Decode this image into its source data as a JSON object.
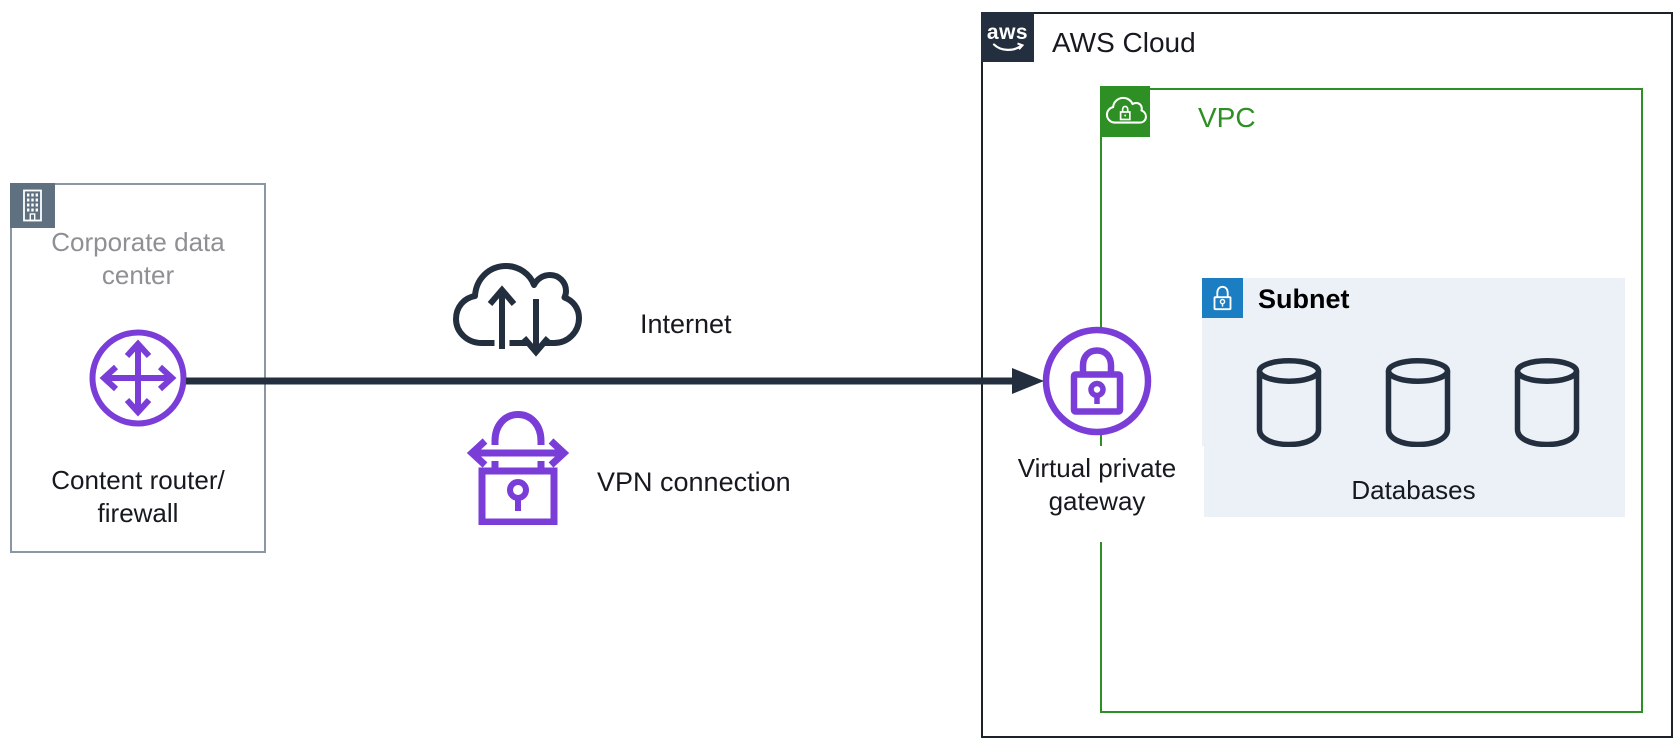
{
  "colors": {
    "purple": "#7A3DD8",
    "green": "#2E8F24",
    "navy": "#232F3E",
    "ink": "#16191F",
    "gray_text": "#8E9094",
    "corp_border": "#8A96A3",
    "building_bg": "#5F7081",
    "subnet_bg": "#EBF1F7",
    "subnet_icon_bg": "#1B7EC3",
    "aws_border": "#1B222C"
  },
  "corporate": {
    "icon": "building-icon",
    "title_lines": [
      "Corporate data",
      "center"
    ],
    "router": {
      "icon": "router-icon",
      "label_lines": [
        "Content router/",
        "firewall"
      ]
    }
  },
  "connection": {
    "arrow": "corporate-to-gateway-arrow",
    "internet": {
      "icon": "internet-cloud-icon",
      "label": "Internet"
    },
    "vpn": {
      "icon": "vpn-lock-icon",
      "label": "VPN connection"
    }
  },
  "aws_cloud": {
    "logo_text": "aws",
    "title": "AWS Cloud",
    "vpc": {
      "icon": "vpc-cloud-lock-icon",
      "title": "VPC",
      "gateway": {
        "icon": "virtual-private-gateway-icon",
        "label_lines": [
          "Virtual private",
          "gateway"
        ]
      },
      "subnet": {
        "icon": "subnet-lock-icon",
        "title": "Subnet",
        "databases": {
          "icon": "database-cylinder-icon",
          "count": 3,
          "label": "Databases"
        }
      }
    }
  }
}
